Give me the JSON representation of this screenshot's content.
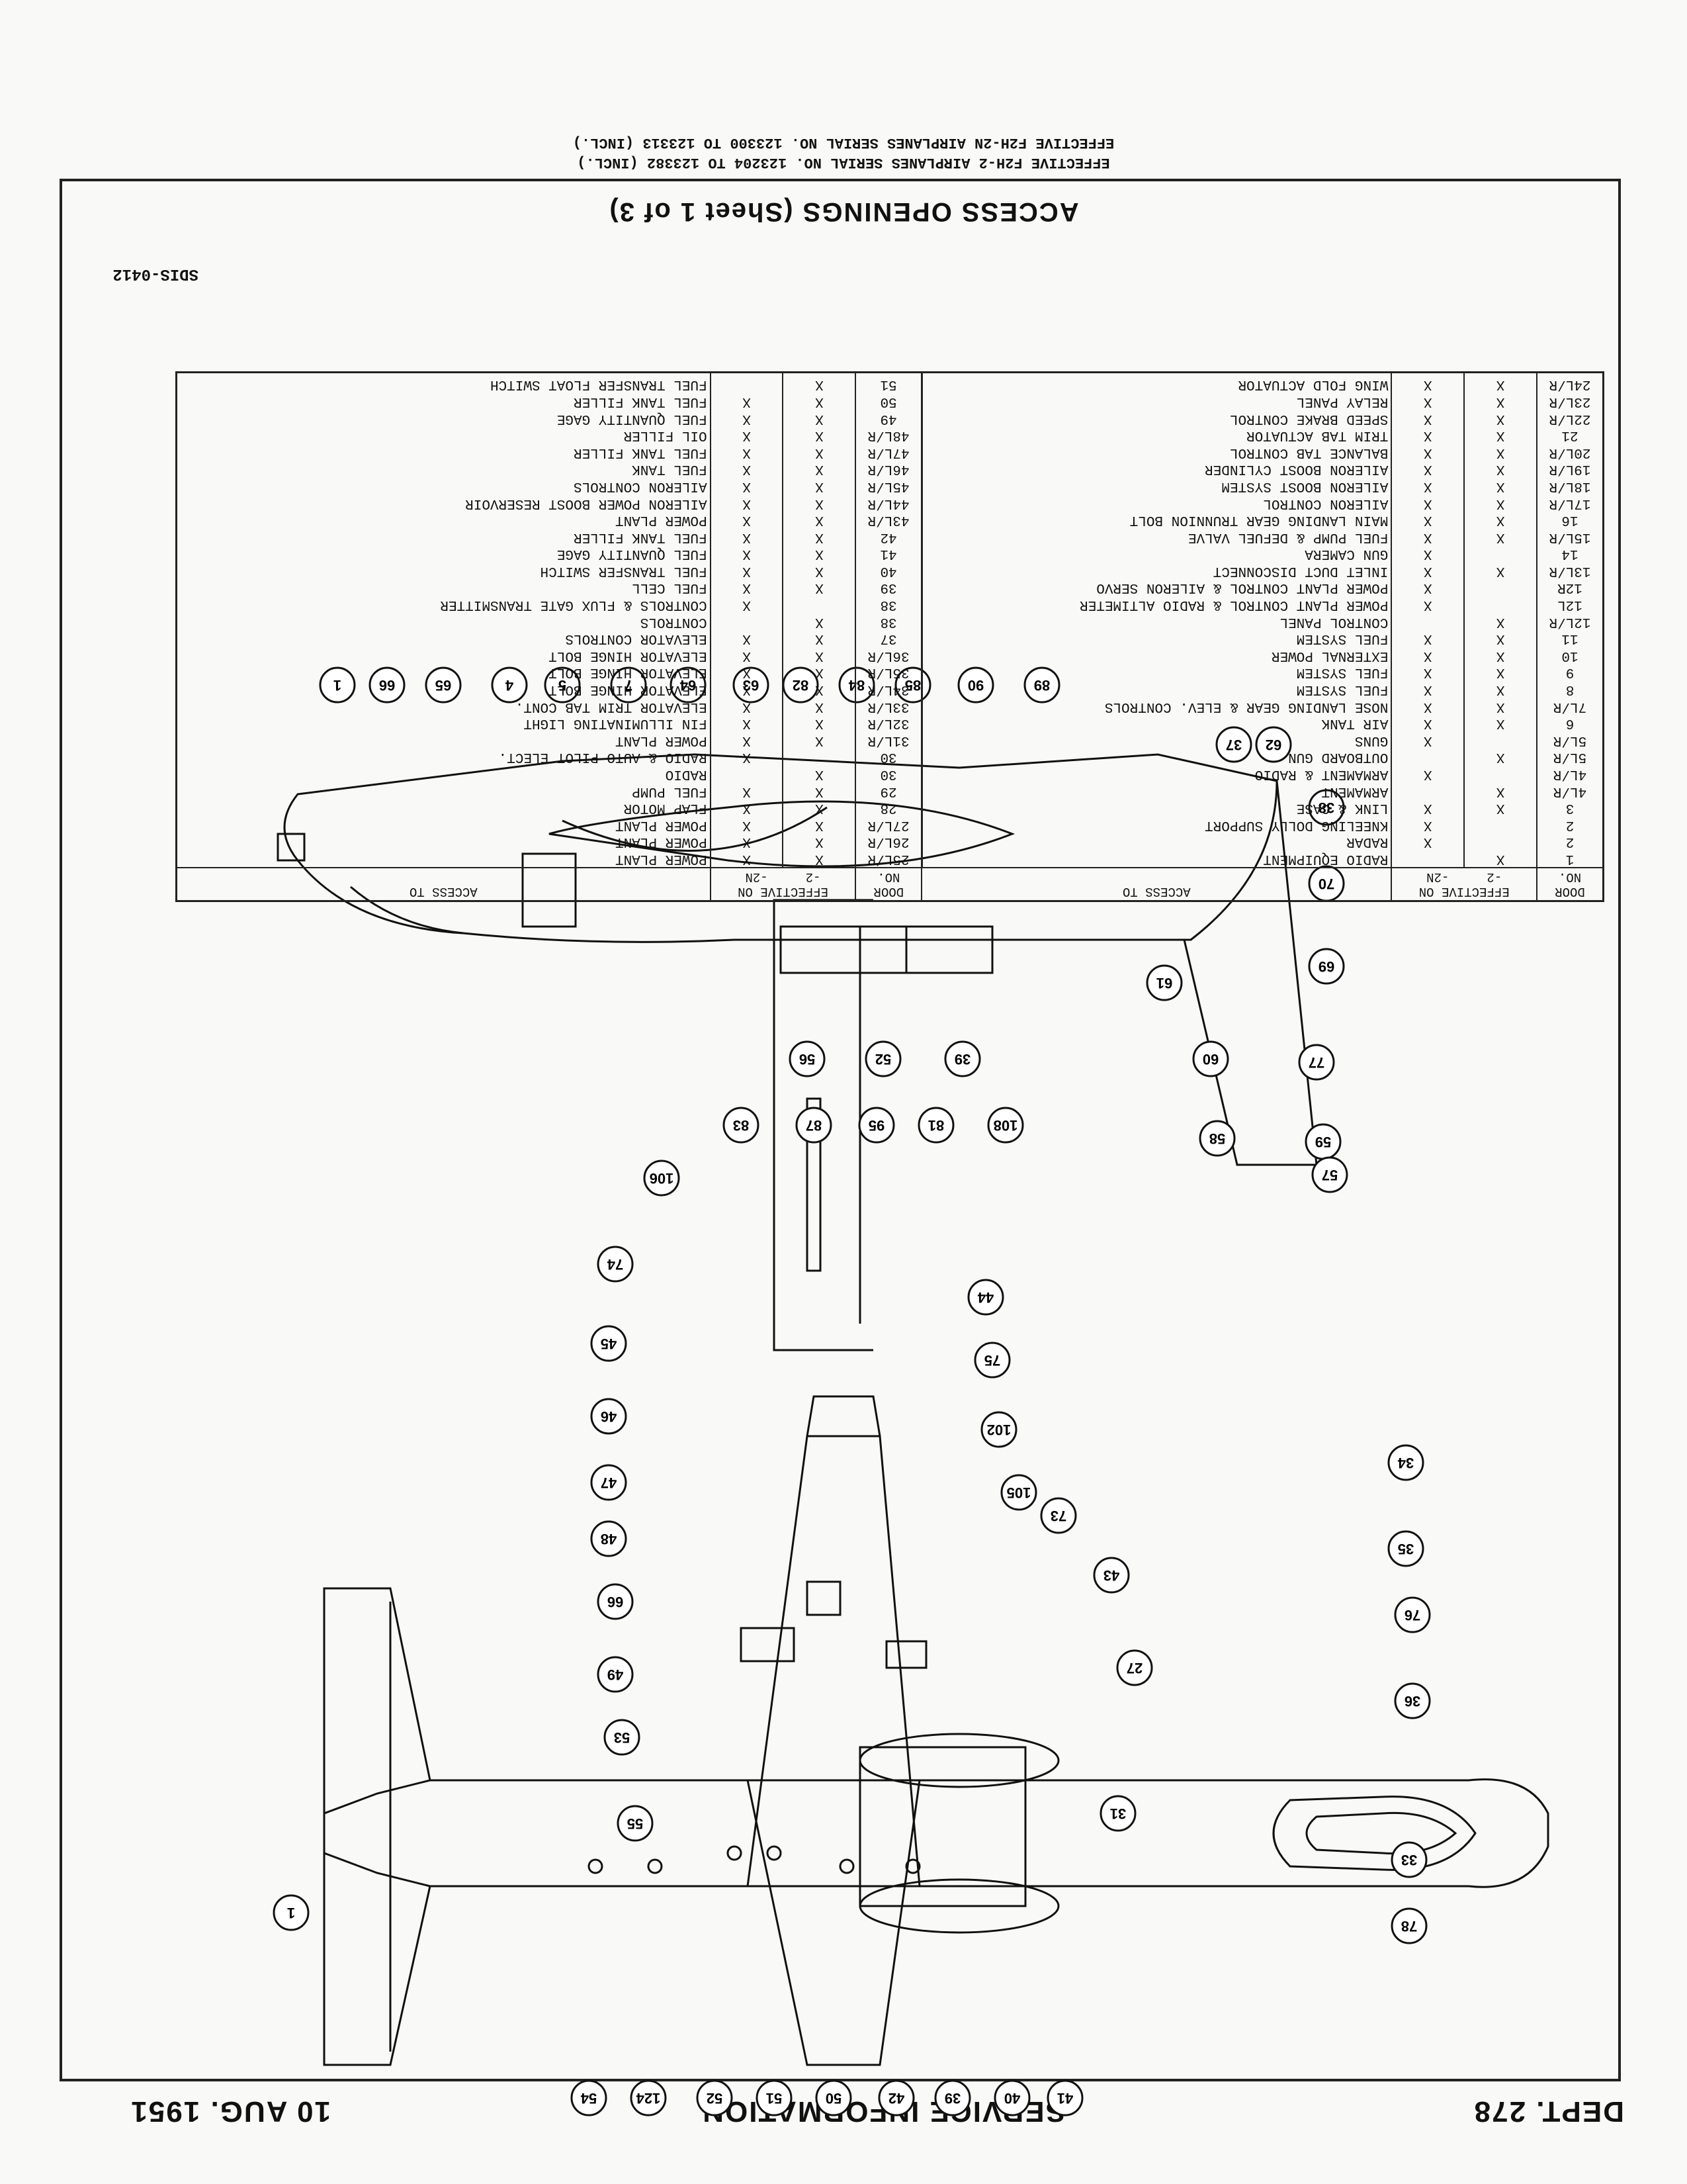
{
  "header": {
    "dept": "DEPT. 278",
    "section": "SERVICE INFORMATION",
    "date": "10 AUG. 1951"
  },
  "title": "ACCESS OPENINGS (Sheet 1 of 3)",
  "effectivity": [
    "EFFECTIVE F2H-2 AIRPLANES SERIAL NO. 123204 TO 123382 (INCL.)",
    "EFFECTIVE F2H-2N AIRPLANES SERIAL NO. 123300 TO 123313 (INCL.)"
  ],
  "drawing_code": "SDIS-0412",
  "table": {
    "headers": {
      "door_no": "DOOR NO.",
      "effective_on": "EFFECTIVE ON",
      "dash2": "-2",
      "dash2n": "-2N",
      "access_to": "ACCESS TO"
    },
    "left": [
      {
        "door": "1",
        "d2": "X",
        "d2n": "",
        "access": "RADIO EQUIPMENT"
      },
      {
        "door": "2",
        "d2": "",
        "d2n": "X",
        "access": "RADAR"
      },
      {
        "door": "2",
        "d2": "",
        "d2n": "X",
        "access": "KNEELING DOLLY SUPPORT"
      },
      {
        "door": "3",
        "d2": "X",
        "d2n": "X",
        "access": "LINK & CASE"
      },
      {
        "door": "4L/R",
        "d2": "X",
        "d2n": "",
        "access": "ARMAMENT"
      },
      {
        "door": "4L/R",
        "d2": "",
        "d2n": "X",
        "access": "ARMAMENT & RADIO"
      },
      {
        "door": "5L/R",
        "d2": "X",
        "d2n": "",
        "access": "OUTBOARD GUN"
      },
      {
        "door": "5L/R",
        "d2": "",
        "d2n": "X",
        "access": "GUNS"
      },
      {
        "door": "6",
        "d2": "X",
        "d2n": "X",
        "access": "AIR TANK"
      },
      {
        "door": "7L/R",
        "d2": "X",
        "d2n": "X",
        "access": "NOSE LANDING GEAR & ELEV. CONTROLS"
      },
      {
        "door": "8",
        "d2": "X",
        "d2n": "X",
        "access": "FUEL SYSTEM"
      },
      {
        "door": "9",
        "d2": "X",
        "d2n": "X",
        "access": "FUEL SYSTEM"
      },
      {
        "door": "10",
        "d2": "X",
        "d2n": "X",
        "access": "EXTERNAL POWER"
      },
      {
        "door": "11",
        "d2": "X",
        "d2n": "X",
        "access": "FUEL SYSTEM"
      },
      {
        "door": "12L/R",
        "d2": "X",
        "d2n": "",
        "access": "CONTROL PANEL"
      },
      {
        "door": "12L",
        "d2": "",
        "d2n": "X",
        "access": "POWER PLANT CONTROL & RADIO ALTIMETER"
      },
      {
        "door": "12R",
        "d2": "",
        "d2n": "X",
        "access": "POWER PLANT CONTROL & AILERON SERVO"
      },
      {
        "door": "13L/R",
        "d2": "X",
        "d2n": "X",
        "access": "INLET DUCT DISCONNECT"
      },
      {
        "door": "14",
        "d2": "",
        "d2n": "X",
        "access": "GUN CAMERA"
      },
      {
        "door": "15L/R",
        "d2": "X",
        "d2n": "X",
        "access": "FUEL PUMP & DEFUEL VALVE"
      },
      {
        "door": "16",
        "d2": "X",
        "d2n": "X",
        "access": "MAIN LANDING GEAR TRUNNION BOLT"
      },
      {
        "door": "17L/R",
        "d2": "X",
        "d2n": "X",
        "access": "AILERON CONTROL"
      },
      {
        "door": "18L/R",
        "d2": "X",
        "d2n": "X",
        "access": "AILERON BOOST SYSTEM"
      },
      {
        "door": "19L/R",
        "d2": "X",
        "d2n": "X",
        "access": "AILERON BOOST CYLINDER"
      },
      {
        "door": "20L/R",
        "d2": "X",
        "d2n": "X",
        "access": "BALANCE TAB CONTROL"
      },
      {
        "door": "21",
        "d2": "X",
        "d2n": "X",
        "access": "TRIM TAB ACTUATOR"
      },
      {
        "door": "22L/R",
        "d2": "X",
        "d2n": "X",
        "access": "SPEED BRAKE CONTROL"
      },
      {
        "door": "23L/R",
        "d2": "X",
        "d2n": "X",
        "access": "RELAY PANEL"
      },
      {
        "door": "24L/R",
        "d2": "X",
        "d2n": "X",
        "access": "WING FOLD ACTUATOR"
      }
    ],
    "right": [
      {
        "door": "25L/R",
        "d2": "X",
        "d2n": "X",
        "access": "POWER PLANT"
      },
      {
        "door": "26L/R",
        "d2": "X",
        "d2n": "X",
        "access": "POWER PLANT"
      },
      {
        "door": "27L/R",
        "d2": "X",
        "d2n": "X",
        "access": "POWER PLANT"
      },
      {
        "door": "28",
        "d2": "X",
        "d2n": "X",
        "access": "FLAP MOTOR"
      },
      {
        "door": "29",
        "d2": "X",
        "d2n": "X",
        "access": "FUEL PUMP"
      },
      {
        "door": "30",
        "d2": "X",
        "d2n": "",
        "access": "RADIO"
      },
      {
        "door": "30",
        "d2": "",
        "d2n": "X",
        "access": "RADIO & AUTO PILOT ELECT."
      },
      {
        "door": "31L/R",
        "d2": "X",
        "d2n": "X",
        "access": "POWER PLANT"
      },
      {
        "door": "32L/R",
        "d2": "X",
        "d2n": "X",
        "access": "FIN ILLUMINATING LIGHT"
      },
      {
        "door": "33L/R",
        "d2": "X",
        "d2n": "X",
        "access": "ELEVATOR TRIM TAB CONT."
      },
      {
        "door": "34L/R",
        "d2": "X",
        "d2n": "X",
        "access": "ELEVATOR HINGE BOLT"
      },
      {
        "door": "35L/R",
        "d2": "X",
        "d2n": "X",
        "access": "ELEVATOR HINGE BOLT"
      },
      {
        "door": "36L/R",
        "d2": "X",
        "d2n": "X",
        "access": "ELEVATOR HINGE BOLT"
      },
      {
        "door": "37",
        "d2": "X",
        "d2n": "X",
        "access": "ELEVATOR CONTROLS"
      },
      {
        "door": "38",
        "d2": "X",
        "d2n": "",
        "access": "CONTROLS"
      },
      {
        "door": "38",
        "d2": "",
        "d2n": "X",
        "access": "CONTROLS & FLUX GATE TRANSMITTER"
      },
      {
        "door": "39",
        "d2": "X",
        "d2n": "X",
        "access": "FUEL CELL"
      },
      {
        "door": "40",
        "d2": "X",
        "d2n": "X",
        "access": "FUEL TRANSFER SWITCH"
      },
      {
        "door": "41",
        "d2": "X",
        "d2n": "X",
        "access": "FUEL QUANTITY GAGE"
      },
      {
        "door": "42",
        "d2": "X",
        "d2n": "X",
        "access": "FUEL TANK FILLER"
      },
      {
        "door": "43L/R",
        "d2": "X",
        "d2n": "X",
        "access": "POWER PLANT"
      },
      {
        "door": "44L/R",
        "d2": "X",
        "d2n": "X",
        "access": "AILERON POWER BOOST RESERVOIR"
      },
      {
        "door": "45L/R",
        "d2": "X",
        "d2n": "X",
        "access": "AILERON CONTROLS"
      },
      {
        "door": "46L/R",
        "d2": "X",
        "d2n": "X",
        "access": "FUEL TANK"
      },
      {
        "door": "47L/R",
        "d2": "X",
        "d2n": "X",
        "access": "FUEL TANK FILLER"
      },
      {
        "door": "48L/R",
        "d2": "X",
        "d2n": "X",
        "access": "OIL FILLER"
      },
      {
        "door": "49",
        "d2": "X",
        "d2n": "X",
        "access": "FUEL QUANTITY GAGE"
      },
      {
        "door": "50",
        "d2": "X",
        "d2n": "X",
        "access": "FUEL TANK FILLER"
      },
      {
        "door": "51",
        "d2": "X",
        "d2n": "",
        "access": "FUEL TRANSFER FLOAT SWITCH"
      }
    ]
  },
  "callouts": {
    "side_view": [
      "1",
      "66",
      "65",
      "4",
      "5",
      "7",
      "64",
      "63",
      "82",
      "84",
      "85",
      "90",
      "89",
      "37",
      "62",
      "38",
      "70",
      "69",
      "77",
      "59",
      "57",
      "58",
      "60",
      "61",
      "39",
      "52",
      "56"
    ],
    "wing_view": [
      "106",
      "83",
      "87",
      "95",
      "81",
      "108",
      "44",
      "75",
      "102",
      "105",
      "73",
      "43",
      "27",
      "31",
      "74",
      "45",
      "46",
      "47",
      "48",
      "66",
      "49",
      "53",
      "55"
    ],
    "plan_view": [
      "1",
      "54",
      "124",
      "52",
      "51",
      "50",
      "42",
      "39",
      "40",
      "41",
      "34",
      "35",
      "76",
      "36",
      "33",
      "78"
    ]
  }
}
